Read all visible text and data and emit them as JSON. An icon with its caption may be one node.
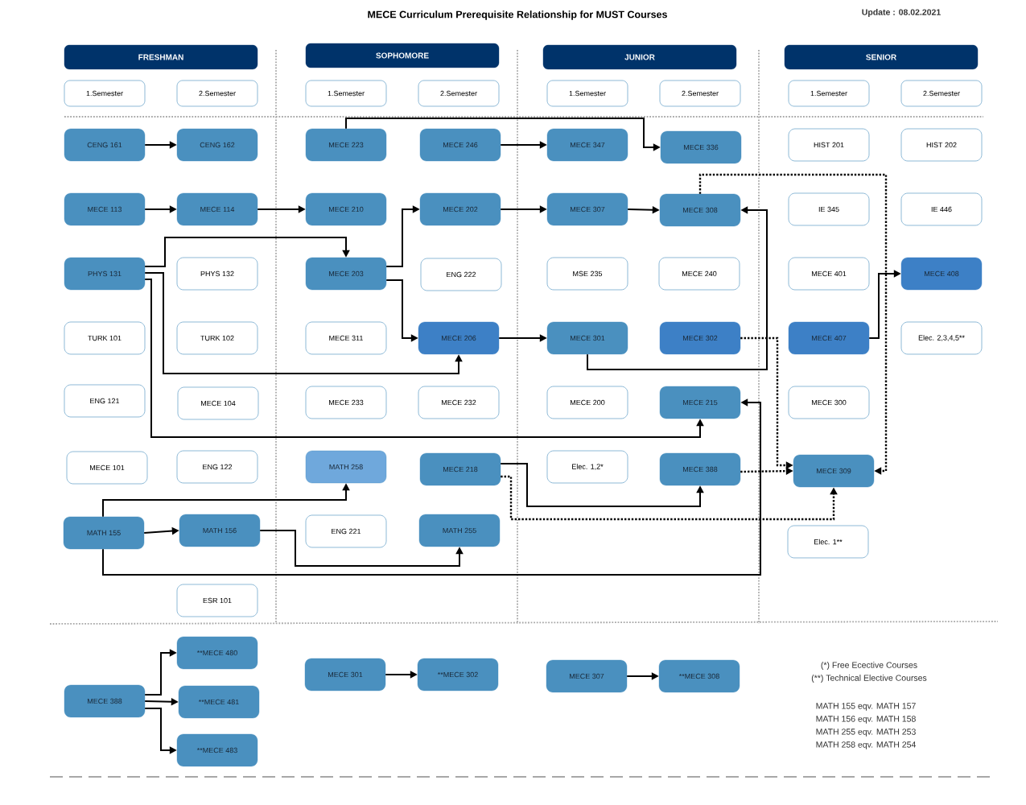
{
  "diagram": {
    "title": "MECE Curriculum Prerequisite Relationship for MUST Courses",
    "nodes": [
      {
        "text": [
          "FRESHMAN"
        ]
      },
      {
        "text": [
          "SOPHOMORE"
        ]
      },
      {
        "text": [
          "JUNIOR"
        ]
      },
      {
        "text": [
          "SENIOR"
        ]
      },
      {
        "text": [
          "1.Semester"
        ]
      },
      {
        "text": [
          "2.Semester"
        ]
      },
      {
        "text": [
          "1.Semester"
        ]
      },
      {
        "text": [
          "2.Semester"
        ]
      },
      {
        "text": [
          "1.Semester"
        ]
      },
      {
        "text": [
          "2.Semester"
        ]
      },
      {
        "text": [
          "1.Semester"
        ]
      },
      {
        "text": [
          "2.Semester"
        ]
      },
      {
        "text": [
          "CENG 161"
        ]
      },
      {
        "text": [
          "CENG 162"
        ]
      },
      {
        "text": [
          "MECE 223"
        ]
      },
      {
        "text": [
          "MECE 246"
        ]
      },
      {
        "text": [
          "MECE 347"
        ]
      },
      {
        "text": [
          "MECE 336"
        ]
      },
      {
        "text": [
          "HIST 201"
        ]
      },
      {
        "text": [
          "HIST 202"
        ]
      },
      {
        "text": [
          "MECE 113"
        ]
      },
      {
        "text": [
          "MECE 114"
        ]
      },
      {
        "text": [
          "MECE 210"
        ]
      },
      {
        "text": [
          "MECE 202"
        ]
      },
      {
        "text": [
          "MECE 307"
        ]
      },
      {
        "text": [
          "MECE 308"
        ]
      },
      {
        "text": [
          "IE 345"
        ]
      },
      {
        "text": [
          "IE 446"
        ]
      },
      {
        "text": [
          "PHYS 131"
        ]
      },
      {
        "text": [
          "PHYS 132"
        ]
      },
      {
        "text": [
          "MECE 203"
        ]
      },
      {
        "text": [
          "ENG 222"
        ]
      },
      {
        "text": [
          "MSE 235"
        ]
      },
      {
        "text": [
          "MECE 240"
        ]
      },
      {
        "text": [
          "MECE 401"
        ]
      },
      {
        "text": [
          "MECE 408"
        ]
      },
      {
        "text": [
          "TURK 101"
        ]
      },
      {
        "text": [
          "TURK 102"
        ]
      },
      {
        "text": [
          "MECE 311"
        ]
      },
      {
        "text": [
          "MECE 206"
        ]
      },
      {
        "text": [
          "MECE 301"
        ]
      },
      {
        "text": [
          "MECE 302"
        ]
      },
      {
        "text": [
          "MECE 407"
        ]
      },
      {
        "text": [
          "Elec. 2,3,4,5**"
        ]
      },
      {
        "text": [
          "ENG 121"
        ]
      },
      {
        "text": [
          "MECE 104"
        ]
      },
      {
        "text": [
          "MECE 233"
        ]
      },
      {
        "text": [
          "MECE 232"
        ]
      },
      {
        "text": [
          "MECE 200"
        ]
      },
      {
        "text": [
          "MECE 215"
        ]
      },
      {
        "text": [
          "MECE 300"
        ]
      },
      {
        "text": [
          "MECE 101"
        ]
      },
      {
        "text": [
          "ENG 122"
        ]
      },
      {
        "text": [
          "MATH 258"
        ]
      },
      {
        "text": [
          "MECE 218"
        ]
      },
      {
        "text": [
          "Elec. 1,2*"
        ]
      },
      {
        "text": [
          "MECE 388"
        ]
      },
      {
        "text": [
          "MECE 309"
        ]
      },
      {
        "text": [
          "MATH 155"
        ]
      },
      {
        "text": [
          "MATH 156"
        ]
      },
      {
        "text": [
          "ENG 221"
        ]
      },
      {
        "text": [
          "MATH 255"
        ]
      },
      {
        "text": [
          "Elec. 1**"
        ]
      },
      {
        "text": [
          "ESR 101"
        ]
      },
      {
        "text": [
          "MECE 388"
        ]
      },
      {
        "text": [
          "**MECE 480"
        ]
      },
      {
        "text": [
          "**MECE 481"
        ]
      },
      {
        "text": [
          "**MECE 483"
        ]
      },
      {
        "text": [
          "MECE 301"
        ]
      },
      {
        "text": [
          "**MECE 302"
        ]
      },
      {
        "text": [
          "MECE 307"
        ]
      },
      {
        "text": [
          "**MECE 308"
        ]
      }
    ],
    "edges": [
      {
        "from": 12,
        "to": 13,
        "arrow": "to"
      },
      {
        "from": 20,
        "to": 21,
        "arrow": "to"
      },
      {
        "from": 21,
        "to": 22,
        "arrow": "to"
      },
      {
        "from": 15,
        "to": 16,
        "arrow": "to"
      },
      {
        "from": 23,
        "to": 24,
        "arrow": "to"
      },
      {
        "from": 24,
        "to": 25,
        "arrow": "to"
      },
      {
        "from": 14,
        "to": 17,
        "arrow": "to"
      },
      {
        "from": 28,
        "to": 30,
        "arrow": "to"
      },
      {
        "from": 30,
        "to": 23,
        "arrow": "to"
      },
      {
        "from": 30,
        "to": 39,
        "arrow": "to"
      },
      {
        "from": 28,
        "to": 39,
        "arrow": "to"
      },
      {
        "from": 28,
        "to": 49,
        "arrow": "to"
      },
      {
        "from": 39,
        "to": 40,
        "arrow": "to"
      },
      {
        "from": 40,
        "to": 25,
        "arrow": "to"
      },
      {
        "from": 42,
        "to": 35,
        "arrow": "to"
      },
      {
        "from": 58,
        "to": 59,
        "arrow": "to"
      },
      {
        "from": 58,
        "to": 53,
        "arrow": "to"
      },
      {
        "from": 59,
        "to": 61,
        "arrow": "to"
      },
      {
        "from": 58,
        "to": 49,
        "arrow": "to"
      },
      {
        "from": 54,
        "to": 56,
        "arrow": "to"
      },
      {
        "from": 54,
        "to": 57,
        "arrow": "to",
        "style": "dashed"
      },
      {
        "from": 56,
        "to": 57,
        "arrow": "to",
        "style": "dashed"
      },
      {
        "from": 41,
        "to": 57,
        "arrow": "to",
        "style": "dashed"
      },
      {
        "from": 25,
        "to": 57,
        "arrow": "to",
        "style": "dashed"
      },
      {
        "from": 64,
        "to": 65,
        "arrow": "to"
      },
      {
        "from": 64,
        "to": 66,
        "arrow": "to"
      },
      {
        "from": 64,
        "to": 67,
        "arrow": "to"
      },
      {
        "from": 68,
        "to": 69,
        "arrow": "to"
      },
      {
        "from": 70,
        "to": 71,
        "arrow": "to"
      }
    ],
    "labels": [
      "Update : 08.02.2021",
      "(*) Free Ecective Courses",
      "(**) Technical Elective Courses",
      "MATH 155 eqv. MATH 157",
      "MATH 156 eqv. MATH 158",
      "MATH 255 eqv. MATH 253",
      "MATH 258 eqv. MATH 254"
    ]
  }
}
